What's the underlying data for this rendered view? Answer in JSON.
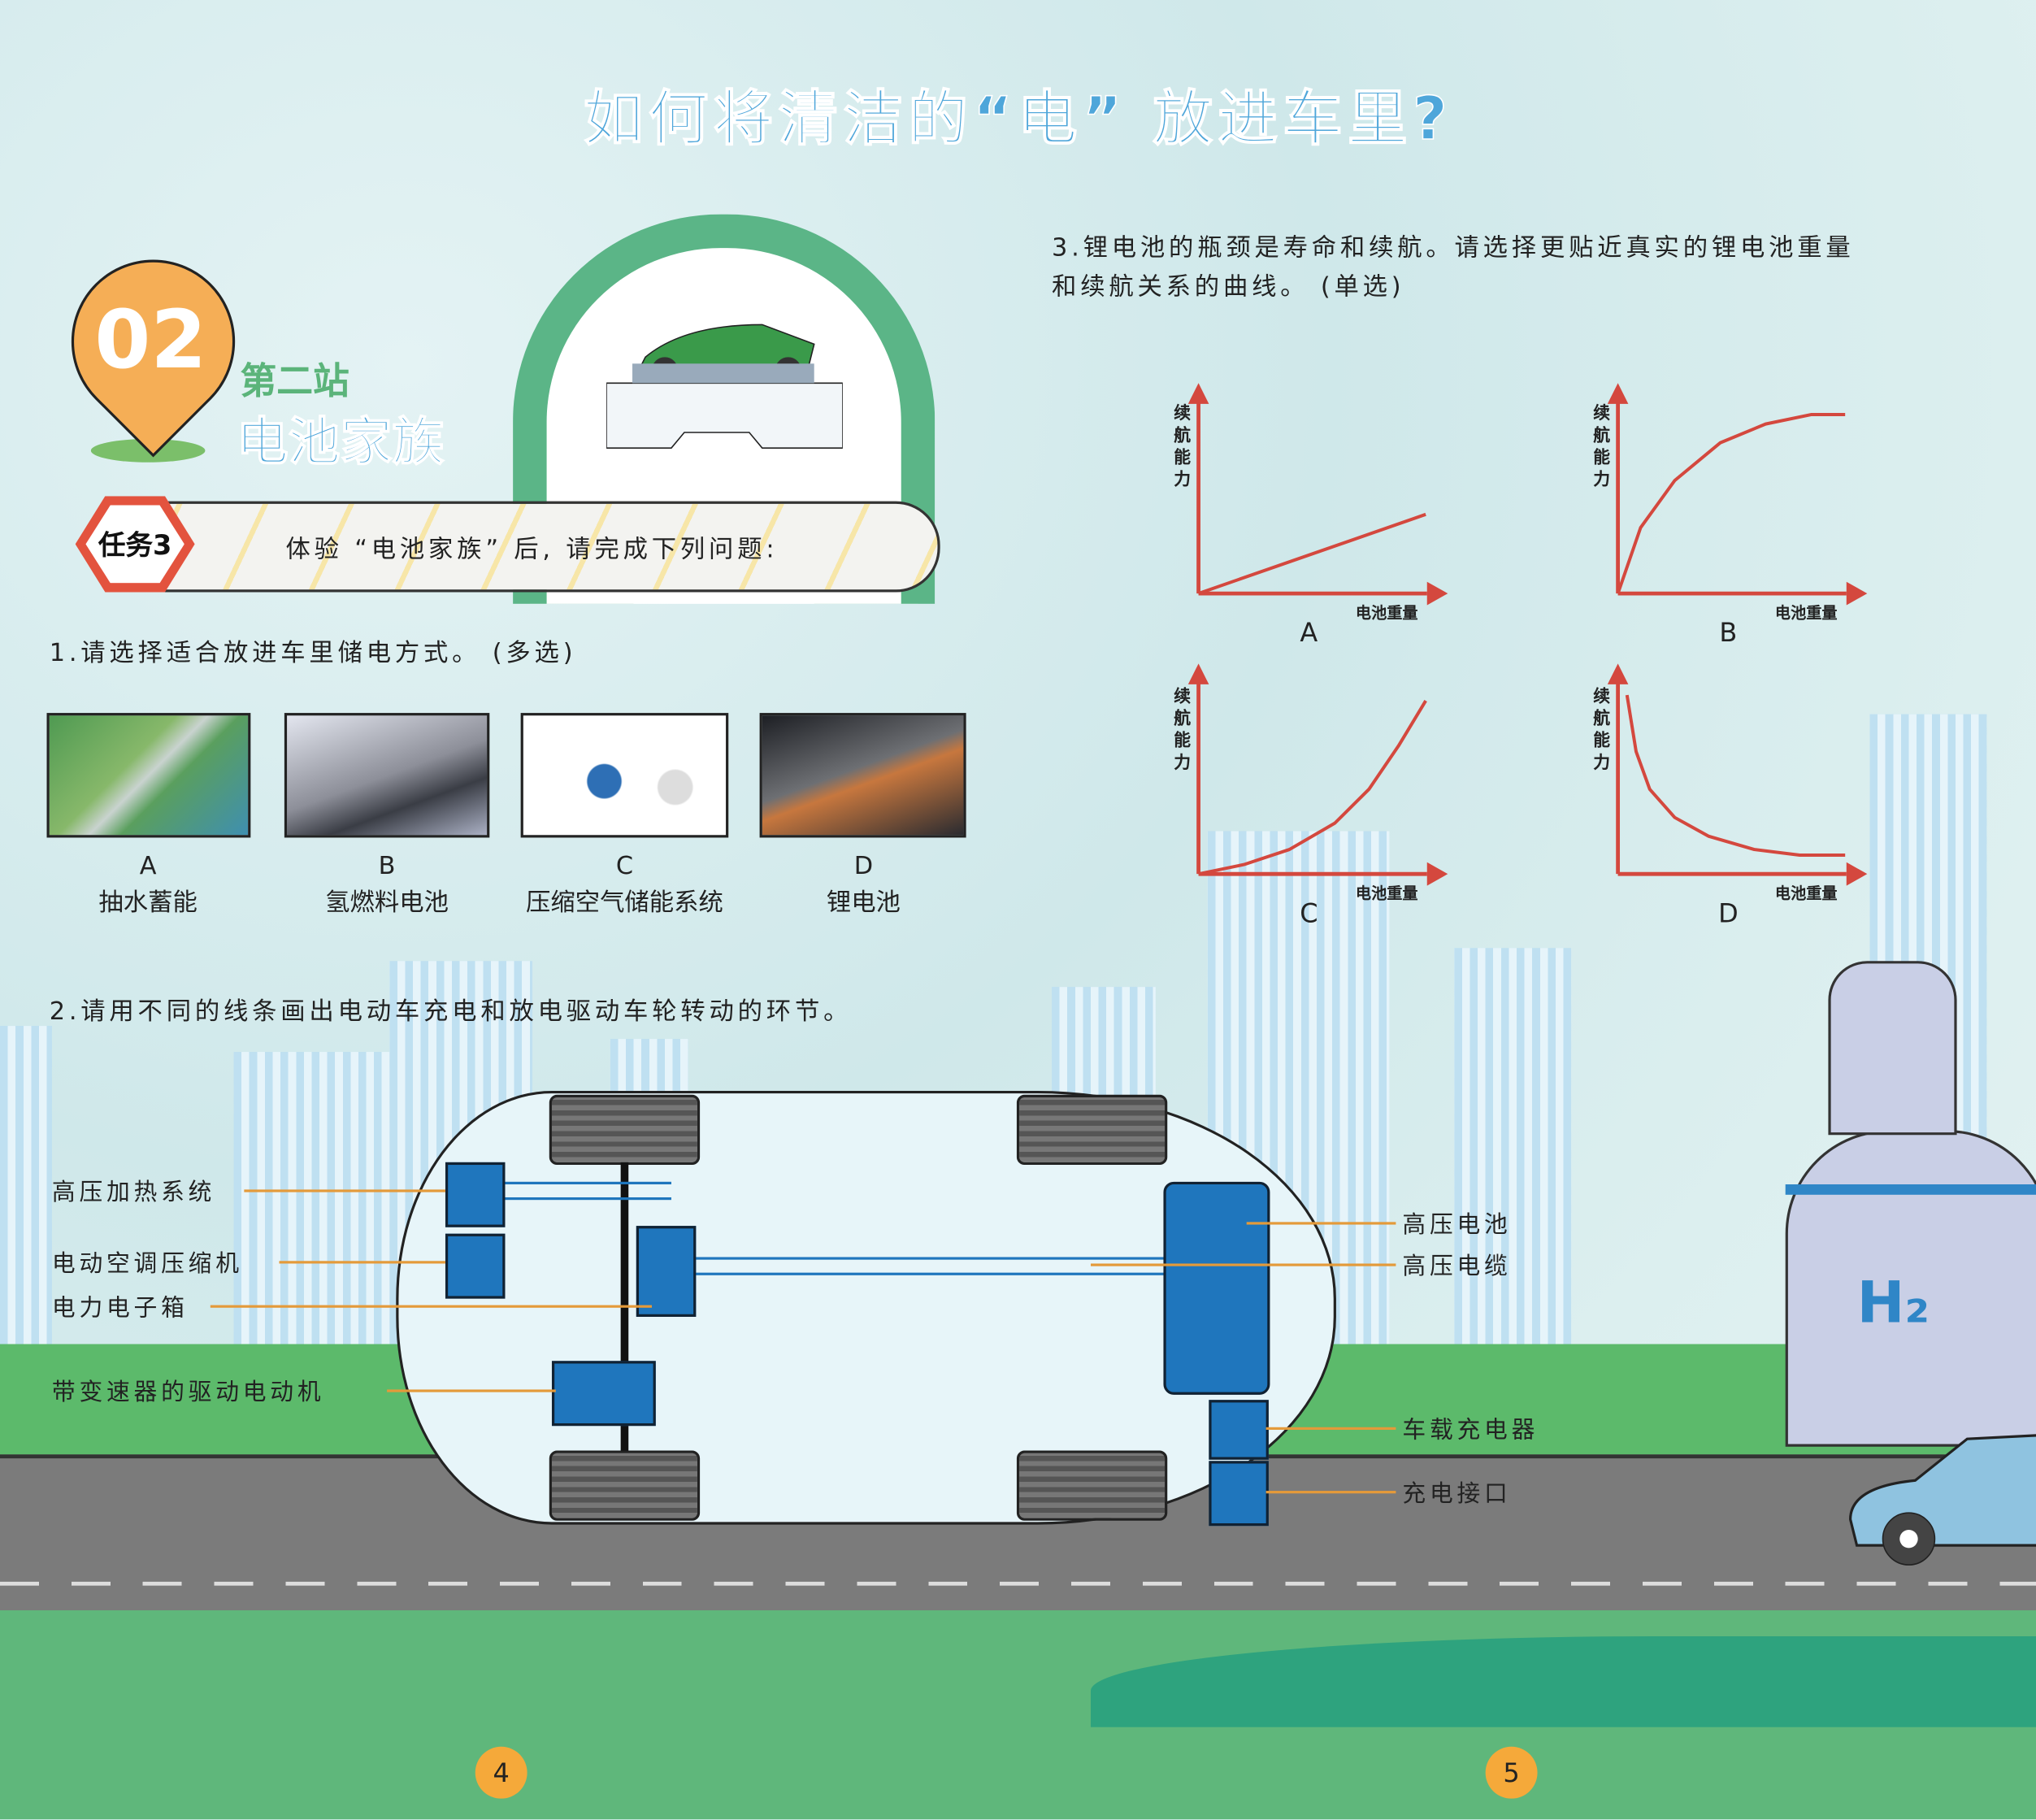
{
  "title": "如何将清洁的“电” 放进车里?",
  "station": {
    "number": "02",
    "label": "第二站",
    "name": "电池家族"
  },
  "task": {
    "badge": "任务3",
    "instruction": "体验 “电池家族” 后, 请完成下列问题:"
  },
  "q1": {
    "text": "1.请选择适合放进车里储电方式。 (多选)",
    "options": [
      {
        "letter": "A",
        "label": "抽水蓄能"
      },
      {
        "letter": "B",
        "label": "氢燃料电池"
      },
      {
        "letter": "C",
        "label": "压缩空气储能系统"
      },
      {
        "letter": "D",
        "label": "锂电池"
      }
    ]
  },
  "q2": {
    "text": "2.请用不同的线条画出电动车充电和放电驱动车轮转动的环节。",
    "left_labels": [
      "高压加热系统",
      "电动空调压缩机",
      "电力电子箱",
      "带变速器的驱动电动机"
    ],
    "right_labels": [
      "高压电池",
      "高压电缆",
      "车载充电器",
      "充电接口"
    ]
  },
  "q3": {
    "line1": "3.锂电池的瓶颈是寿命和续航。请选择更贴近真实的锂电池重量",
    "line2": "和续航关系的曲线。 (单选)"
  },
  "h2_label": "H₂",
  "pages": {
    "left": "4",
    "right": "5"
  },
  "colors": {
    "title": "#4ea6da",
    "axis": "#d4483e",
    "orange": "#f5ae56",
    "green": "#5bb47a"
  },
  "chart_data": [
    {
      "type": "line",
      "letter": "A",
      "xlabel": "电池重量",
      "ylabel": "续航能力",
      "x": [
        0,
        1
      ],
      "y": [
        0,
        0.42
      ]
    },
    {
      "type": "line",
      "letter": "B",
      "xlabel": "电池重量",
      "ylabel": "续航能力",
      "x": [
        0,
        0.1,
        0.25,
        0.45,
        0.65,
        0.85,
        1
      ],
      "y": [
        0,
        0.35,
        0.6,
        0.8,
        0.9,
        0.95,
        0.95
      ]
    },
    {
      "type": "line",
      "letter": "C",
      "xlabel": "电池重量",
      "ylabel": "续航能力",
      "x": [
        0,
        0.2,
        0.4,
        0.6,
        0.75,
        0.88,
        1
      ],
      "y": [
        0,
        0.05,
        0.13,
        0.27,
        0.45,
        0.68,
        0.92
      ]
    },
    {
      "type": "line",
      "letter": "D",
      "xlabel": "电池重量",
      "ylabel": "续航能力",
      "x": [
        0.04,
        0.08,
        0.14,
        0.25,
        0.4,
        0.6,
        0.8,
        1
      ],
      "y": [
        0.95,
        0.65,
        0.45,
        0.3,
        0.2,
        0.13,
        0.1,
        0.1
      ]
    }
  ]
}
